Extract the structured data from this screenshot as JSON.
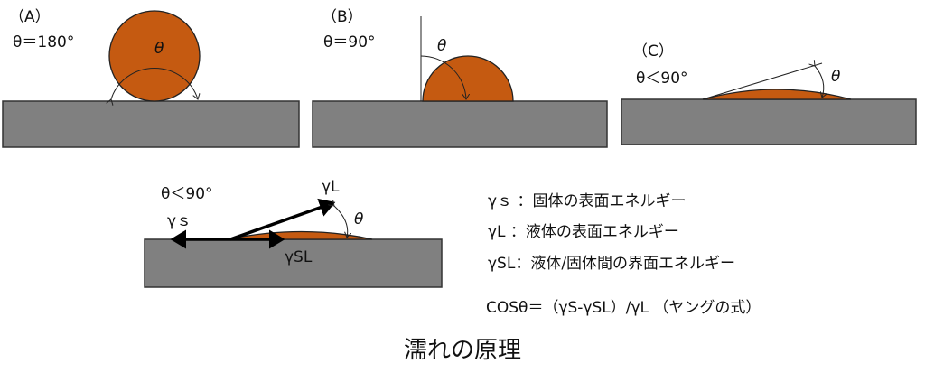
{
  "panel_a": {
    "label": "（A）",
    "angle": "θ＝180°",
    "theta": "θ"
  },
  "panel_b": {
    "label": "（B）",
    "angle": "θ＝90°",
    "theta": "θ"
  },
  "panel_c": {
    "label": "（C）",
    "angle": "θ＜90°",
    "theta": "θ"
  },
  "force_diagram": {
    "angle": "θ＜90°",
    "theta": "θ",
    "gamma_s": "γｓ",
    "gamma_l": "γL",
    "gamma_sl": "γSL"
  },
  "legend": [
    "γｓ ：固体の表面エネルギー",
    "γL ：液体の表面エネルギー",
    "γSL：液体/固体間の界面エネルギー"
  ],
  "formula": "COSθ＝（γS-γSL）/γL （ヤングの式）",
  "title": "濡れの原理",
  "colors": {
    "substrate": "#808080",
    "droplet": "#c55a11"
  }
}
